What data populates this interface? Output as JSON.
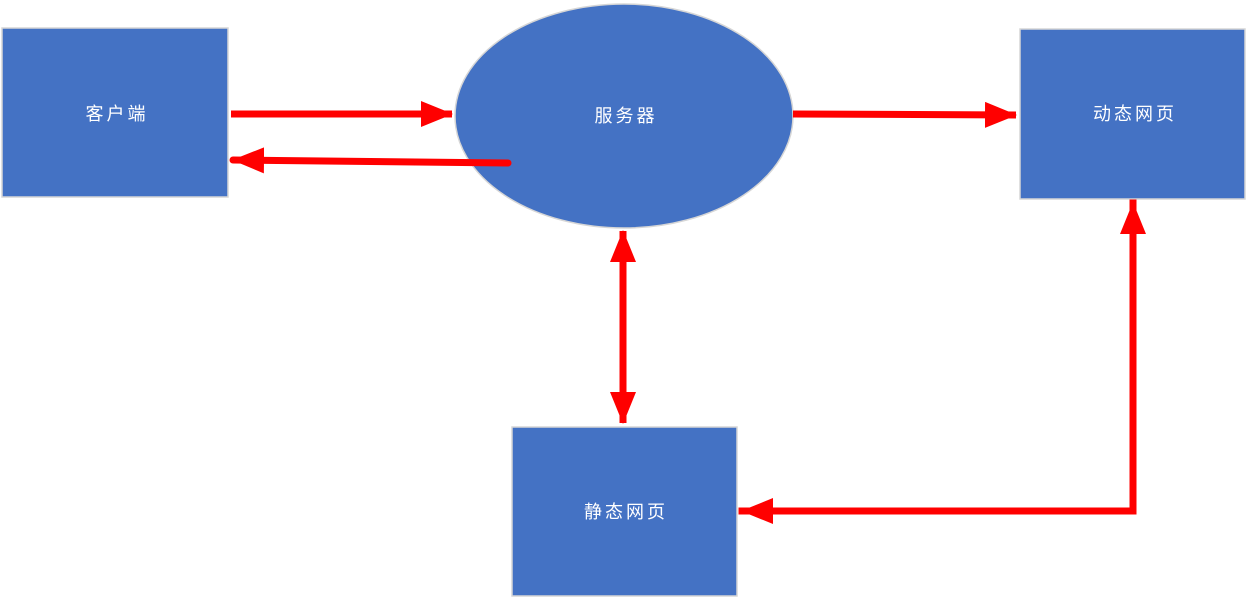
{
  "diagram": {
    "type": "flow-diagram",
    "description": "Client-server web page serving diagram",
    "colors": {
      "background": "#FFFFFF",
      "node_fill": "#4472C4",
      "node_border": "#D6D6D6",
      "arrow": "#FF0000",
      "label_text": "#FFFFFF"
    },
    "nodes": {
      "client": {
        "label": "客户端",
        "shape": "rectangle"
      },
      "server": {
        "label": "服务器",
        "shape": "ellipse"
      },
      "dynamic_page": {
        "label": "动态网页",
        "shape": "rectangle"
      },
      "static_page": {
        "label": "静态网页",
        "shape": "rectangle"
      }
    },
    "edges": [
      {
        "from": "client",
        "to": "server",
        "style": "straight",
        "heads": "end"
      },
      {
        "from": "server",
        "to": "client",
        "style": "straight",
        "heads": "end"
      },
      {
        "from": "server",
        "to": "dynamic_page",
        "style": "straight",
        "heads": "end"
      },
      {
        "from": "server",
        "to": "static_page",
        "style": "straight-vertical",
        "heads": "both"
      },
      {
        "from": "corner",
        "to": "dynamic_page",
        "style": "elbow-vertical",
        "heads": "end"
      },
      {
        "from": "corner",
        "to": "static_page",
        "style": "elbow-horizontal",
        "heads": "end"
      }
    ]
  }
}
